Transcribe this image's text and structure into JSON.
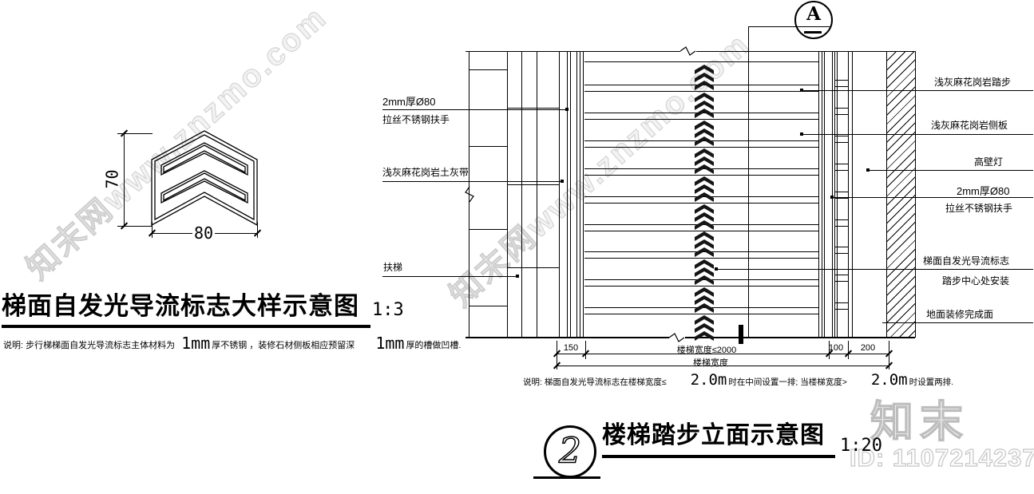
{
  "watermarks": {
    "diagonal_text": "知末网www.znzmo.com",
    "logo_text": "知末",
    "id_text": "ID: 1107214237"
  },
  "sign_detail": {
    "dim_vertical": "70",
    "dim_horizontal": "80",
    "title": "梯面自发光导流标志大样示意图",
    "scale": "1:3",
    "note": {
      "prefix": "说明: 步行梯梯面自发光导流标志主体材料为",
      "thickness1": "1mm",
      "middle": "厚不锈钢 ，装修石材侧板相应预留深",
      "thickness2": "1mm",
      "suffix": "厚的槽做凹槽."
    }
  },
  "elevation": {
    "callout_letter": "A",
    "drawing_number": "2",
    "title": "楼梯踏步立面示意图",
    "scale": "1:20",
    "left_labels": {
      "handrail_spec": "2mm厚Ø80",
      "handrail_name": "拉丝不锈钢扶手",
      "granite_band": "浅灰麻花岗岩土灰带",
      "stair": "扶梯"
    },
    "right_labels": {
      "tread": "浅灰麻花岗岩踏步",
      "side_panel": "浅灰麻花岗岩侧板",
      "wall_lamp": "高壁灯",
      "handrail_spec": "2mm厚Ø80",
      "handrail_name": "拉丝不锈钢扶手",
      "sign_line1": "梯面自发光导流标志",
      "sign_line2": "踏步中心处安装",
      "floor_finish": "地面装修完成面"
    },
    "dimensions": {
      "seg1": "150",
      "seg2": "楼梯宽度≤2000",
      "seg3": "100",
      "seg4": "200",
      "overall": "楼梯宽度"
    },
    "note": {
      "prefix": "说明: 梯面自发光导流标志在楼梯宽度≤",
      "width1": "2.0m",
      "middle": "时在中间设置一排; 当楼梯宽度>",
      "width2": "2.0m",
      "suffix": "时设置两排."
    }
  }
}
